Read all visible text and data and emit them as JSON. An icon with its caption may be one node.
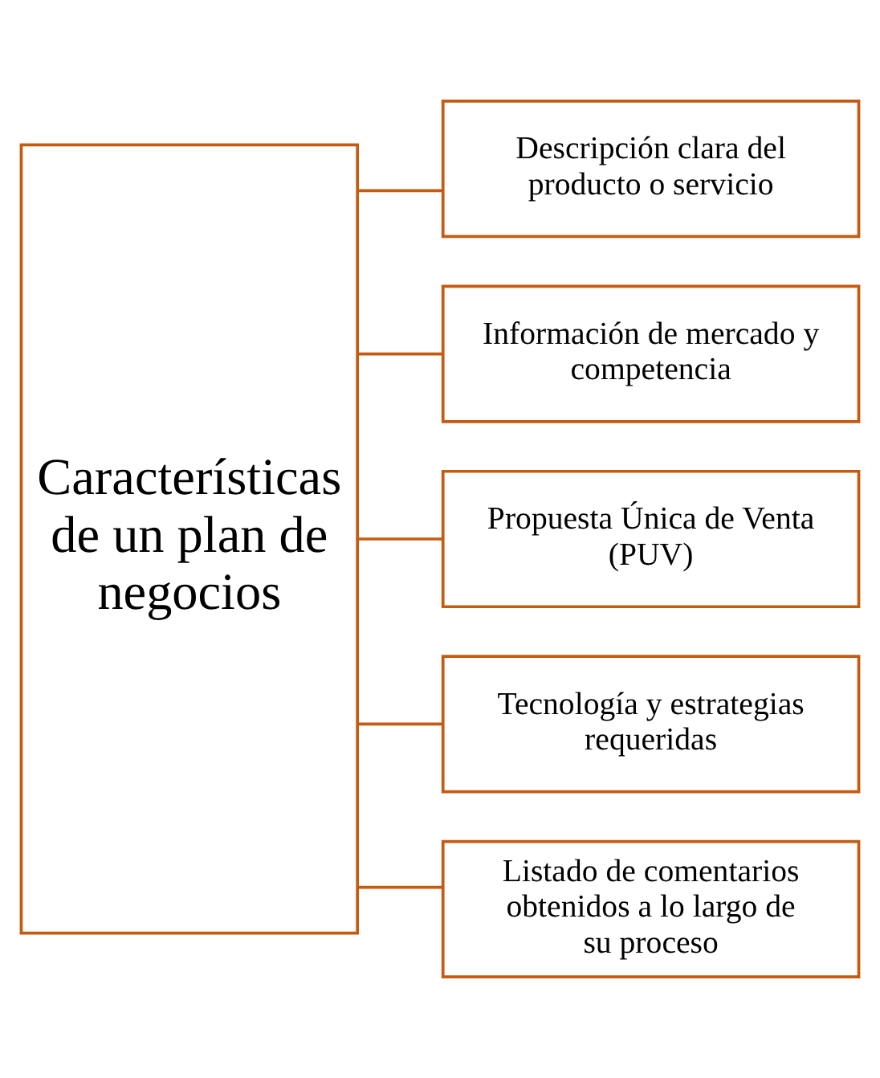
{
  "diagram": {
    "nodes": [
      {
        "text": [
          "Características de un plan de negocios"
        ]
      },
      {
        "text": [
          "Descripción clara del producto o servicio"
        ]
      },
      {
        "text": [
          "Información de mercado y competencia"
        ]
      },
      {
        "text": [
          "Propuesta Única de Venta (PUV)"
        ]
      },
      {
        "text": [
          "Tecnología y estrategias requeridas"
        ]
      },
      {
        "text": [
          "Listado de comentarios obtenidos a lo largo de su proceso"
        ]
      }
    ],
    "edges": [
      {
        "from": 0,
        "to": 1,
        "arrow": "none"
      },
      {
        "from": 0,
        "to": 2,
        "arrow": "none"
      },
      {
        "from": 0,
        "to": 3,
        "arrow": "none"
      },
      {
        "from": 0,
        "to": 4,
        "arrow": "none"
      },
      {
        "from": 0,
        "to": 5,
        "arrow": "none"
      }
    ]
  }
}
